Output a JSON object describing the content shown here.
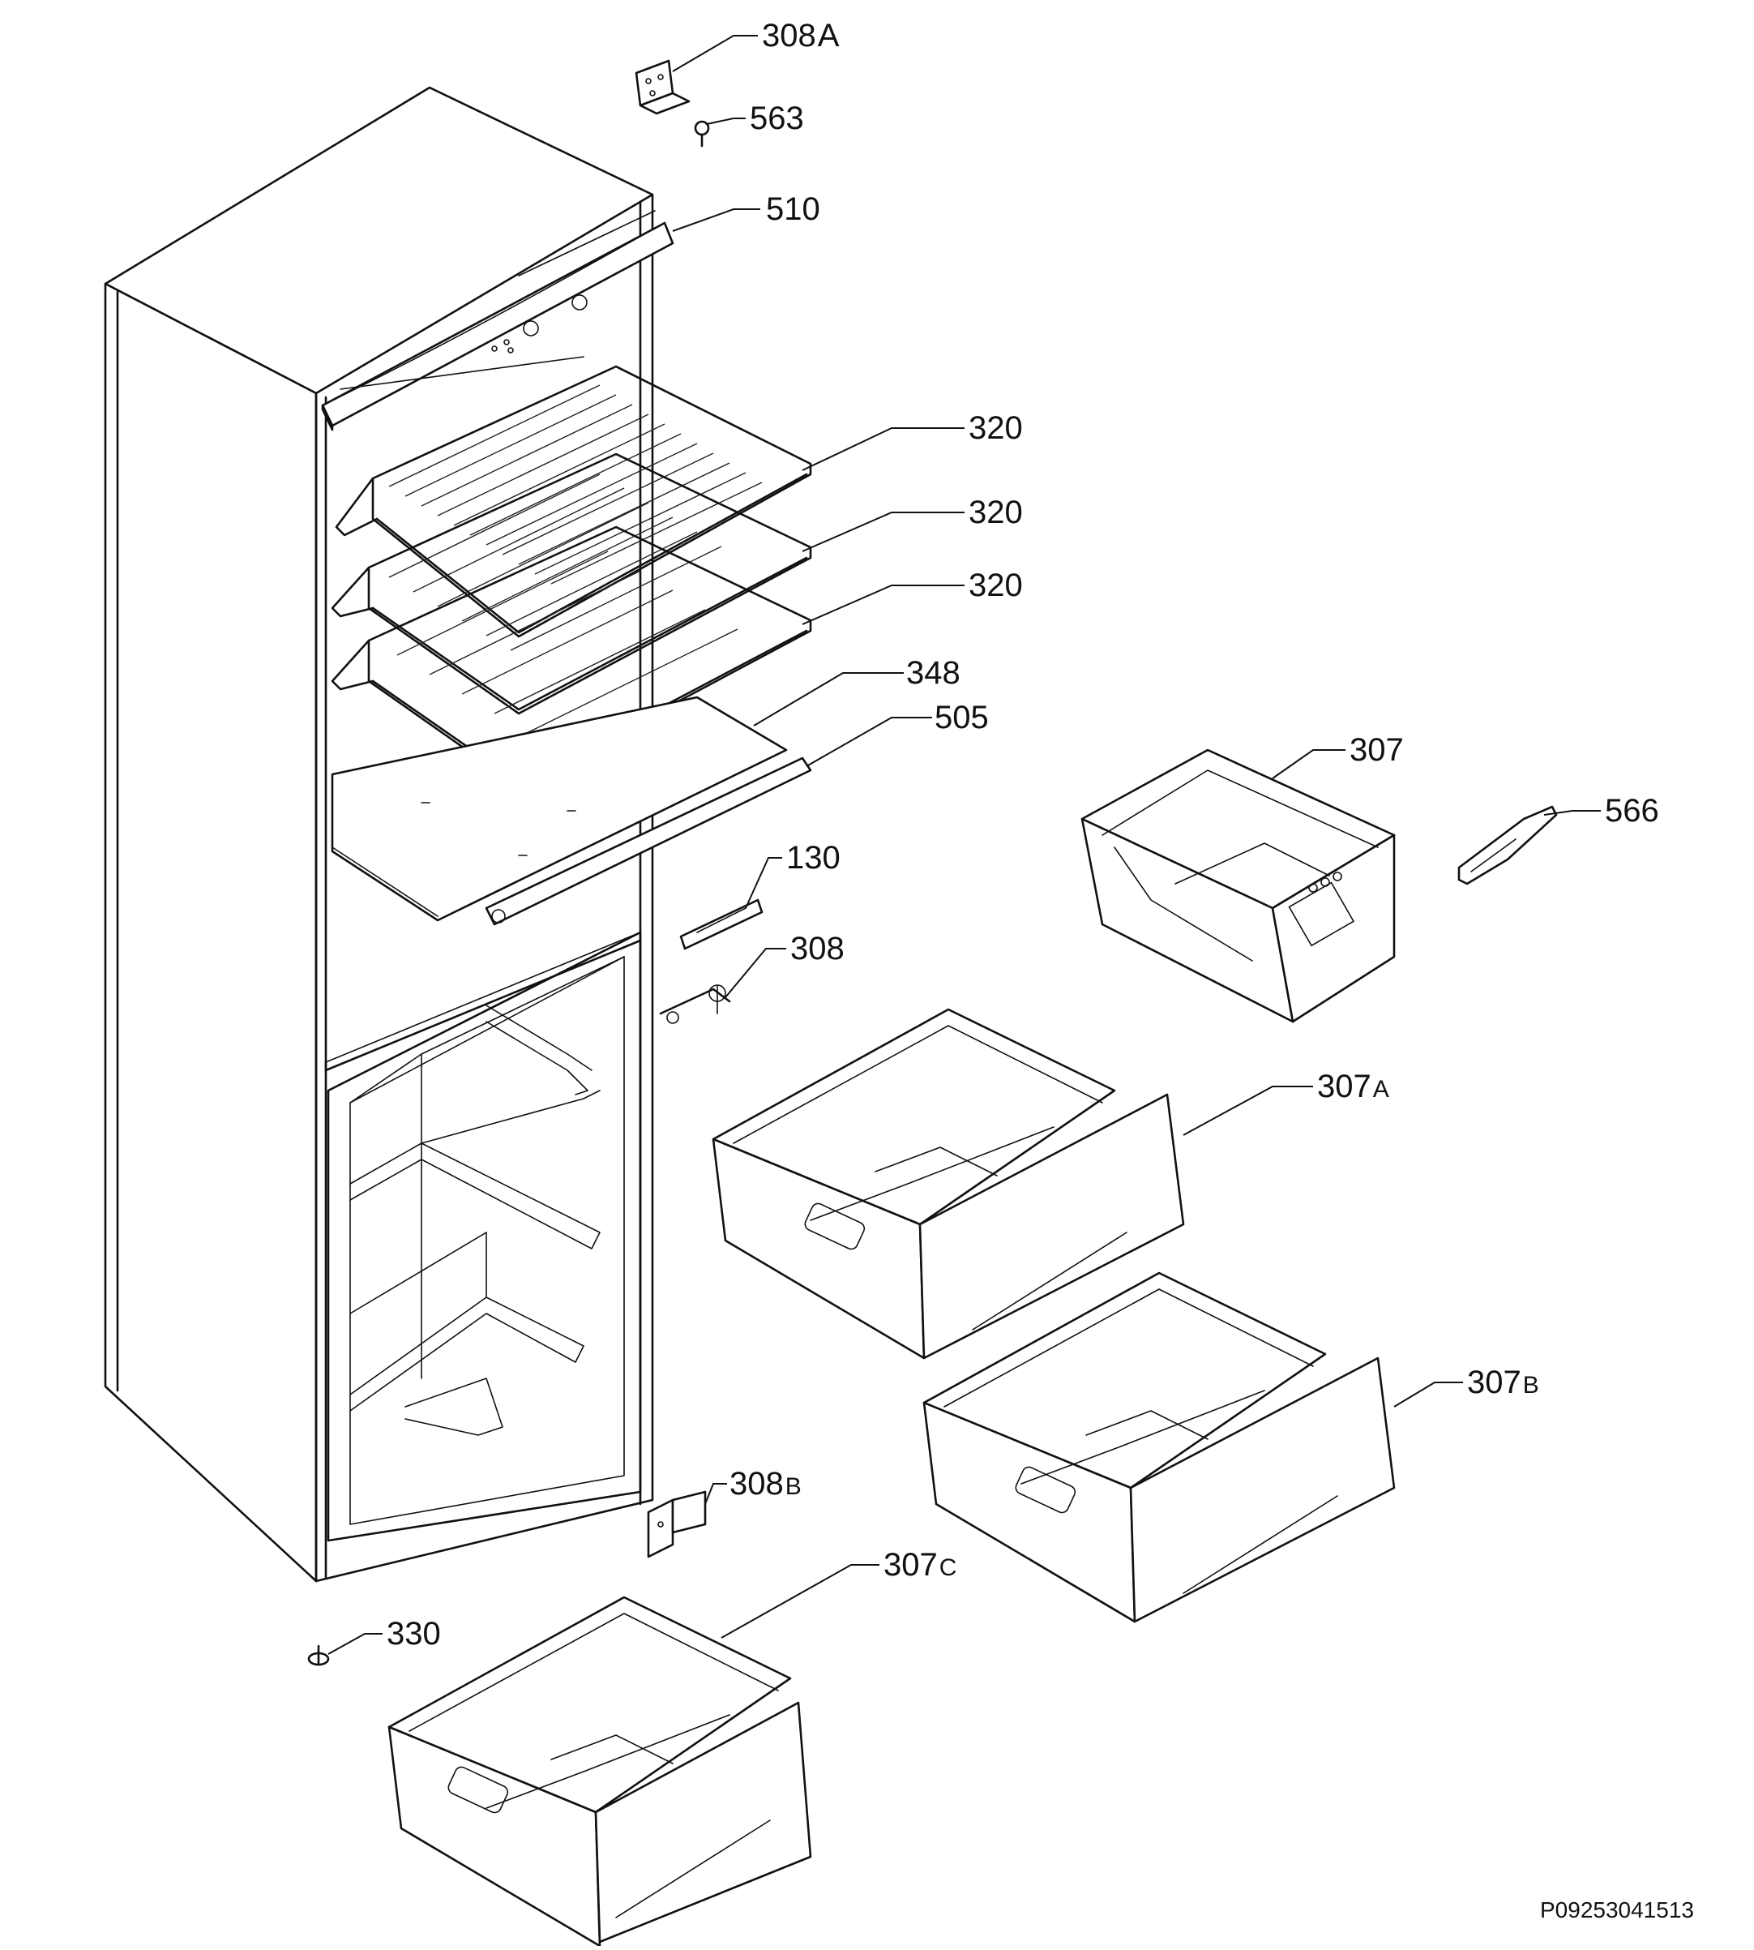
{
  "diagram": {
    "drawing_id": "P09253041513",
    "callouts": [
      {
        "id": "c308a",
        "num": "308",
        "suffix": "A"
      },
      {
        "id": "c563",
        "num": "563",
        "suffix": ""
      },
      {
        "id": "c510",
        "num": "510",
        "suffix": ""
      },
      {
        "id": "c320a",
        "num": "320",
        "suffix": ""
      },
      {
        "id": "c320b",
        "num": "320",
        "suffix": ""
      },
      {
        "id": "c320c",
        "num": "320",
        "suffix": ""
      },
      {
        "id": "c348",
        "num": "348",
        "suffix": ""
      },
      {
        "id": "c505",
        "num": "505",
        "suffix": ""
      },
      {
        "id": "c307",
        "num": "307",
        "suffix": ""
      },
      {
        "id": "c566",
        "num": "566",
        "suffix": ""
      },
      {
        "id": "c130",
        "num": "130",
        "suffix": ""
      },
      {
        "id": "c308",
        "num": "308",
        "suffix": ""
      },
      {
        "id": "c307a",
        "num": "307",
        "suffix": "A"
      },
      {
        "id": "c307b",
        "num": "307",
        "suffix": "B"
      },
      {
        "id": "c308b",
        "num": "308",
        "suffix": "B"
      },
      {
        "id": "c307c",
        "num": "307",
        "suffix": "C"
      },
      {
        "id": "c330",
        "num": "330",
        "suffix": ""
      }
    ]
  }
}
